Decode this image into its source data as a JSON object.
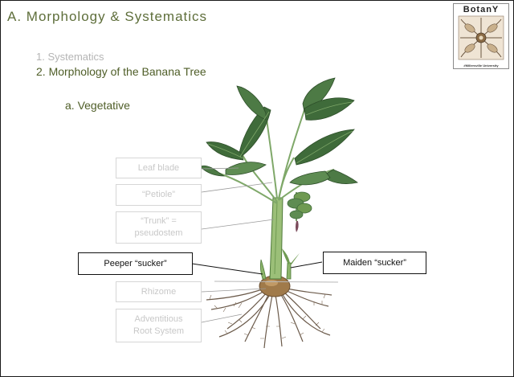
{
  "slide": {
    "title": "A.  Morphology & Systematics",
    "outline": {
      "item1": "1. Systematics",
      "item2": "2. Morphology of the Banana Tree",
      "subitem": "a. Vegetative"
    }
  },
  "logo": {
    "title": "BotanY",
    "subtitle": "#Millersville University"
  },
  "labels": {
    "leaf_blade": "Leaf blade",
    "petiole": "“Petiole”",
    "trunk_line1": "“Trunk” =",
    "trunk_line2": "pseudostem",
    "rhizome": "Rhizome",
    "root_line1": "Adventitious",
    "root_line2": "Root System",
    "peeper": "Peeper “sucker”",
    "maiden": "Maiden “sucker”"
  },
  "colors": {
    "title": "#5e6e3a",
    "outline_dim": "#b5b5b5",
    "outline_active": "#4f5e28",
    "leaf_dark": "#3f6b3a",
    "leaf_light": "#7fa869",
    "stem": "#9bbf78",
    "rhizome": "#a07a4a",
    "roots": "#6b5a4a"
  }
}
